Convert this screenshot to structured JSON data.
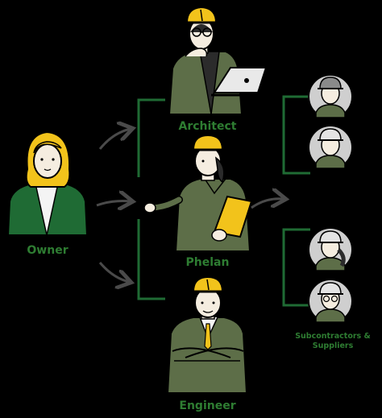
{
  "nodes": {
    "owner": {
      "label": "Owner"
    },
    "architect": {
      "label": "Architect"
    },
    "phelan": {
      "label": "Phelan"
    },
    "engineer": {
      "label": "Engineer"
    },
    "subcontractors": {
      "label": "Subcontractors & Suppliers"
    }
  },
  "colors": {
    "background": "#000000",
    "label_green": "#2e7d32",
    "uniform_green": "#5d6e48",
    "owner_green": "#1f6b34",
    "helmet_yellow": "#f2c31b",
    "bracket_green": "#1f6b34",
    "arrow_gray": "#4a4a4a",
    "avatar_gray": "#cfcfcf"
  },
  "icons": {
    "owner": "woman-avatar-icon",
    "architect": "architect-with-laptop-icon",
    "phelan": "worker-with-clipboard-icon",
    "engineer": "engineer-arms-crossed-icon",
    "sub": "worker-avatar-icon"
  }
}
